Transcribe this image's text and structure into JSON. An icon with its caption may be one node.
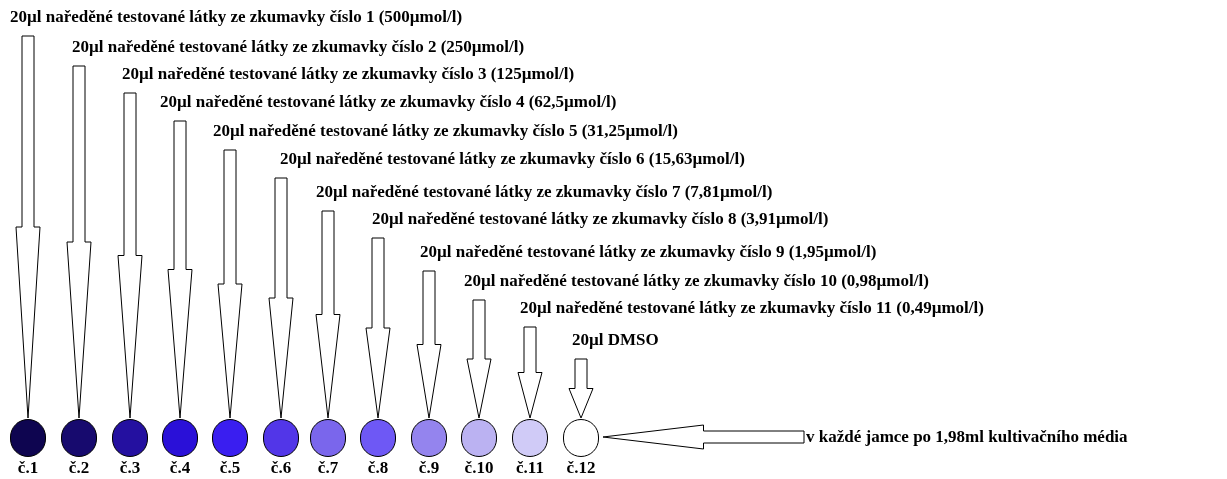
{
  "diagram": {
    "nodes": [
      {
        "text": [
          "20µl naředěné testované látky ze zkumavky číslo 1 (500µmol/l)"
        ]
      },
      {
        "text": [
          "20µl naředěné testované látky ze zkumavky číslo 2 (250µmol/l)"
        ]
      },
      {
        "text": [
          "20µl naředěné testované látky ze zkumavky číslo 3 (125µmol/l)"
        ]
      },
      {
        "text": [
          "20µl naředěné testované látky ze zkumavky číslo 4 (62,5µmol/l)"
        ]
      },
      {
        "text": [
          "20µl naředěné testované látky ze zkumavky číslo 5 (31,25µmol/l)"
        ]
      },
      {
        "text": [
          "20µl naředěné testované látky ze zkumavky číslo 6 (15,63µmol/l)"
        ]
      },
      {
        "text": [
          "20µl naředěné testované látky ze zkumavky číslo 7 (7,81µmol/l)"
        ]
      },
      {
        "text": [
          "20µl naředěné testované látky ze zkumavky číslo 8 (3,91µmol/l)"
        ]
      },
      {
        "text": [
          "20µl naředěné testované látky ze zkumavky číslo 9 (1,95µmol/l)"
        ]
      },
      {
        "text": [
          "20µl naředěné testované látky ze zkumavky číslo 10 (0,98µmol/l)"
        ]
      },
      {
        "text": [
          "20µl naředěné testované látky ze zkumavky číslo 11 (0,49µmol/l)"
        ]
      },
      {
        "text": [
          "20µl DMSO"
        ]
      },
      {
        "text": [],
        "shape": "circle",
        "beside": [
          "č.1"
        ]
      },
      {
        "text": [],
        "shape": "circle",
        "beside": [
          "č.2"
        ]
      },
      {
        "text": [],
        "shape": "circle",
        "beside": [
          "č.3"
        ]
      },
      {
        "text": [],
        "shape": "circle",
        "beside": [
          "č.4"
        ]
      },
      {
        "text": [],
        "shape": "circle",
        "beside": [
          "č.5"
        ]
      },
      {
        "text": [],
        "shape": "circle",
        "beside": [
          "č.6"
        ]
      },
      {
        "text": [],
        "shape": "circle",
        "beside": [
          "č.7"
        ]
      },
      {
        "text": [],
        "shape": "circle",
        "beside": [
          "č.8"
        ]
      },
      {
        "text": [],
        "shape": "circle",
        "beside": [
          "č.9"
        ]
      },
      {
        "text": [],
        "shape": "circle",
        "beside": [
          "č.10"
        ]
      },
      {
        "text": [],
        "shape": "circle",
        "beside": [
          "č.11"
        ]
      },
      {
        "text": [],
        "shape": "circle",
        "beside": [
          "č.12"
        ]
      },
      {
        "text": [
          "v každé jamce po 1,98ml kultivačního média"
        ]
      }
    ],
    "edges": [
      {
        "from": 0,
        "to": 12,
        "arrow": "to"
      },
      {
        "from": 1,
        "to": 13,
        "arrow": "to"
      },
      {
        "from": 2,
        "to": 14,
        "arrow": "to"
      },
      {
        "from": 3,
        "to": 15,
        "arrow": "to"
      },
      {
        "from": 4,
        "to": 16,
        "arrow": "to"
      },
      {
        "from": 5,
        "to": 17,
        "arrow": "to"
      },
      {
        "from": 6,
        "to": 18,
        "arrow": "to"
      },
      {
        "from": 7,
        "to": 19,
        "arrow": "to"
      },
      {
        "from": 8,
        "to": 20,
        "arrow": "to"
      },
      {
        "from": 9,
        "to": 21,
        "arrow": "to"
      },
      {
        "from": 10,
        "to": 22,
        "arrow": "to"
      },
      {
        "from": 11,
        "to": 23,
        "arrow": "to"
      },
      {
        "from": 24,
        "to": 23,
        "arrow": "to"
      }
    ]
  }
}
